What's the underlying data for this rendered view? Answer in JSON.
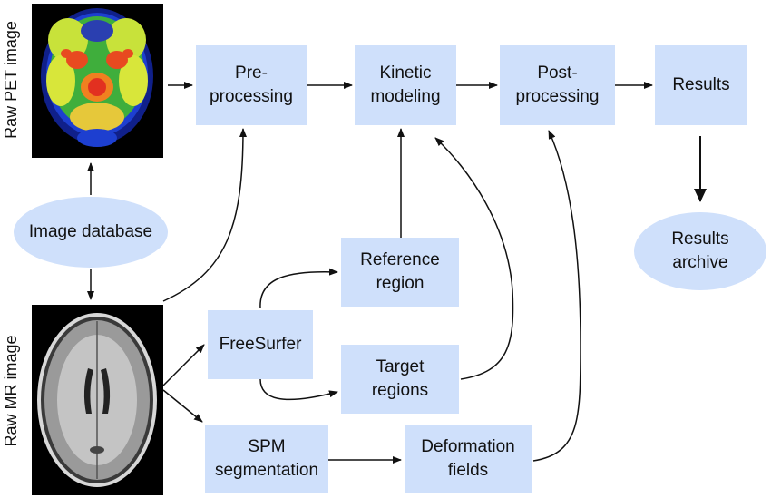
{
  "colors": {
    "node_fill": "#cfe0fb",
    "arrow": "#111111"
  },
  "labels": {
    "raw_pet": "Raw PET image",
    "raw_mr": "Raw MR image"
  },
  "nodes": {
    "preprocessing": "Pre-\nprocessing",
    "kinetic": "Kinetic\nmodeling",
    "postprocessing": "Post-\nprocessing",
    "results": "Results",
    "results_archive": "Results\narchive",
    "image_database": "Image database",
    "reference_region": "Reference\nregion",
    "target_regions": "Target\nregions",
    "freesurfer": "FreeSurfer",
    "spm": "SPM\nsegmentation",
    "deformation": "Deformation\nfields"
  },
  "images": {
    "pet": "pet-scan-image",
    "mr": "mr-scan-image"
  }
}
